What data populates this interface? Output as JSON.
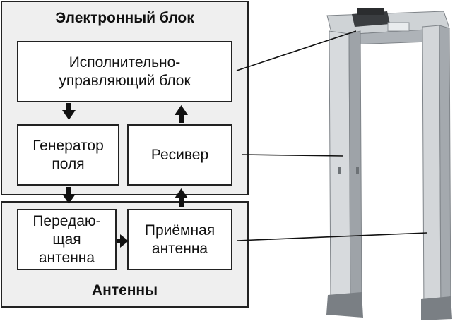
{
  "electronic_block": {
    "title": "Электронный блок"
  },
  "antennas_block": {
    "title": "Антенны"
  },
  "boxes": {
    "exec": "Исполнительно-\nуправляющий блок",
    "generator": "Генератор\nполя",
    "receiver": "Ресивер",
    "transmit": "Передаю-\nщая\nантенна",
    "receive": "Приёмная\nантенна"
  },
  "colors": {
    "stroke": "#222222",
    "panel": "#efefef",
    "box": "#ffffff",
    "frame_light": "#c9cdd0",
    "frame_dark": "#8e9398"
  },
  "icons": [
    "arrow-down-icon",
    "arrow-up-icon",
    "arrow-right-icon",
    "walkthrough-detector-icon"
  ]
}
